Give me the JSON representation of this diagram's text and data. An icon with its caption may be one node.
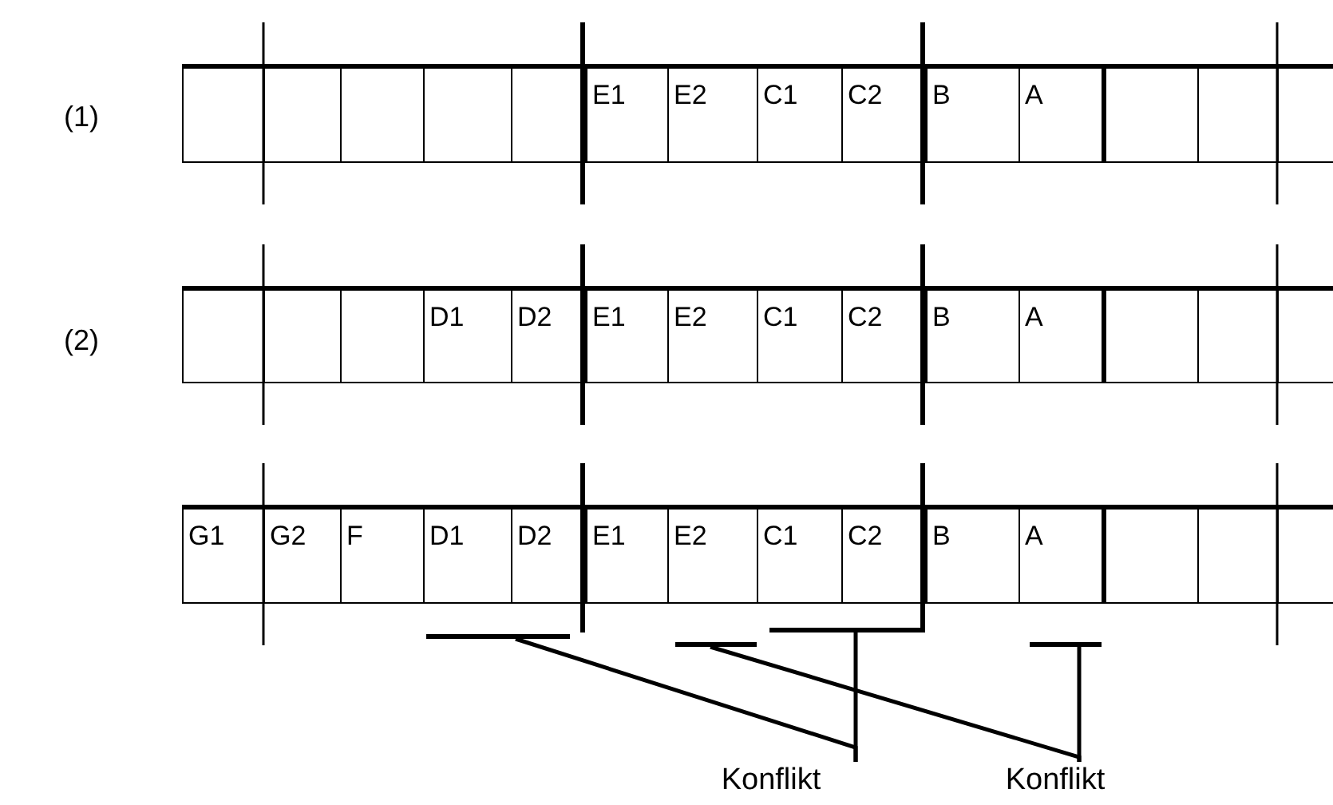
{
  "diagram": {
    "nodes": [
      {
        "text": [],
        "shape": "box"
      },
      {
        "text": [],
        "shape": "box"
      },
      {
        "text": [],
        "shape": "box"
      },
      {
        "text": [],
        "shape": "box"
      },
      {
        "text": [],
        "shape": "box"
      },
      {
        "text": [
          "E1"
        ]
      },
      {
        "text": [
          "E2"
        ]
      },
      {
        "text": [
          "C1"
        ]
      },
      {
        "text": [
          "C2"
        ]
      },
      {
        "text": [
          "B"
        ]
      },
      {
        "text": [
          "A"
        ]
      },
      {
        "text": [],
        "shape": "box"
      },
      {
        "text": [],
        "shape": "box"
      },
      {
        "text": [],
        "shape": "box"
      },
      {
        "text": [],
        "shape": "box"
      },
      {
        "text": [],
        "shape": "box"
      },
      {
        "text": [],
        "shape": "box"
      },
      {
        "text": [
          "D1"
        ]
      },
      {
        "text": [
          "D2"
        ]
      },
      {
        "text": [
          "E1"
        ]
      },
      {
        "text": [
          "E2"
        ]
      },
      {
        "text": [
          "C1"
        ]
      },
      {
        "text": [
          "C2"
        ]
      },
      {
        "text": [
          "B"
        ]
      },
      {
        "text": [
          "A"
        ]
      },
      {
        "text": [],
        "shape": "box"
      },
      {
        "text": [],
        "shape": "box"
      },
      {
        "text": [],
        "shape": "box"
      },
      {
        "text": [
          "G1"
        ]
      },
      {
        "text": [
          "G2"
        ]
      },
      {
        "text": [
          "F"
        ]
      },
      {
        "text": [
          "D1"
        ]
      },
      {
        "text": [
          "D2"
        ]
      },
      {
        "text": [
          "E1"
        ]
      },
      {
        "text": [
          "E2"
        ]
      },
      {
        "text": [
          "C1"
        ]
      },
      {
        "text": [
          "C2"
        ]
      },
      {
        "text": [
          "B"
        ]
      },
      {
        "text": [
          "A"
        ]
      },
      {
        "text": [],
        "shape": "box"
      },
      {
        "text": [],
        "shape": "box"
      },
      {
        "text": [],
        "shape": "box"
      },
      {
        "text": [],
        "shape": "bar"
      },
      {
        "text": [],
        "shape": "bar"
      },
      {
        "text": [],
        "shape": "bar"
      },
      {
        "text": [],
        "shape": "bar"
      },
      {
        "text": [
          "Konflikt"
        ]
      },
      {
        "text": [
          "Konflikt"
        ]
      }
    ],
    "edges": [
      {
        "from": 42,
        "to": 46,
        "arrow": "none"
      },
      {
        "from": 44,
        "to": 46,
        "arrow": "none"
      },
      {
        "from": 43,
        "to": 47,
        "arrow": "none"
      },
      {
        "from": 45,
        "to": 47,
        "arrow": "none"
      }
    ],
    "labels": [
      "(1)",
      "(2)"
    ]
  }
}
